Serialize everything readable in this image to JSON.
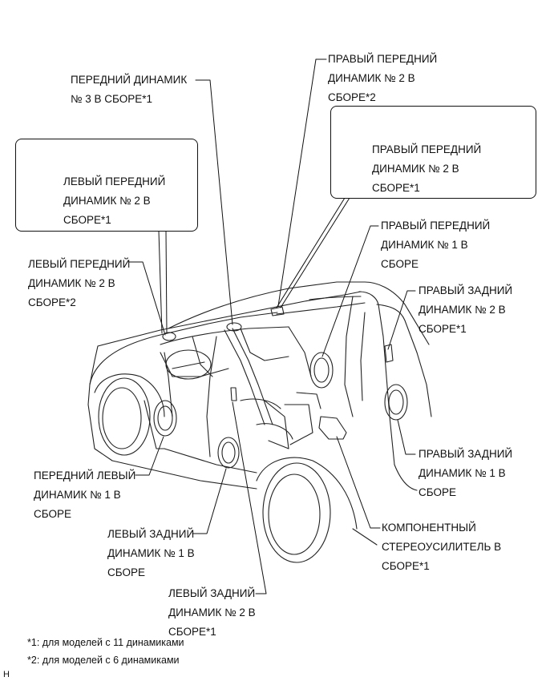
{
  "labels": {
    "front_speaker_3": [
      "ПЕРЕДНИЙ ДИНАМИК",
      "№ 3 В СБОРЕ*1"
    ],
    "right_front_2_top": [
      "ПРАВЫЙ ПЕРЕДНИЙ",
      "ДИНАМИК № 2 В",
      "СБОРЕ*2"
    ],
    "right_front_2_box": [
      "ПРАВЫЙ ПЕРЕДНИЙ",
      "ДИНАМИК № 2 В",
      "СБОРЕ*1"
    ],
    "left_front_2_box": [
      "ЛЕВЫЙ ПЕРЕДНИЙ",
      "ДИНАМИК № 2 В",
      "СБОРЕ*1"
    ],
    "left_front_2": [
      "ЛЕВЫЙ ПЕРЕДНИЙ",
      "ДИНАМИК № 2 В",
      "СБОРЕ*2"
    ],
    "right_front_1": [
      "ПРАВЫЙ ПЕРЕДНИЙ",
      "ДИНАМИК № 1 В",
      "СБОРЕ"
    ],
    "right_rear_2": [
      "ПРАВЫЙ ЗАДНИЙ",
      "ДИНАМИК № 2 В",
      "СБОРЕ*1"
    ],
    "right_rear_1": [
      "ПРАВЫЙ ЗАДНИЙ",
      "ДИНАМИК № 1 В",
      "СБОРЕ"
    ],
    "front_left_1": [
      "ПЕРЕДНИЙ ЛЕВЫЙ",
      "ДИНАМИК № 1 В",
      "СБОРЕ"
    ],
    "left_rear_1": [
      "ЛЕВЫЙ ЗАДНИЙ",
      "ДИНАМИК № 1 В",
      "СБОРЕ"
    ],
    "left_rear_2": [
      "ЛЕВЫЙ ЗАДНИЙ",
      "ДИНАМИК № 2 В",
      "СБОРЕ*1"
    ],
    "amplifier": [
      "КОМПОНЕНТНЫЙ",
      "СТЕРЕОУСИЛИТЕЛЬ В",
      "СБОРЕ*1"
    ]
  },
  "footnotes": [
    "*1: для моделей с 11 динамиками",
    "*2: для моделей с 6 динамиками"
  ],
  "figure_code": "H"
}
